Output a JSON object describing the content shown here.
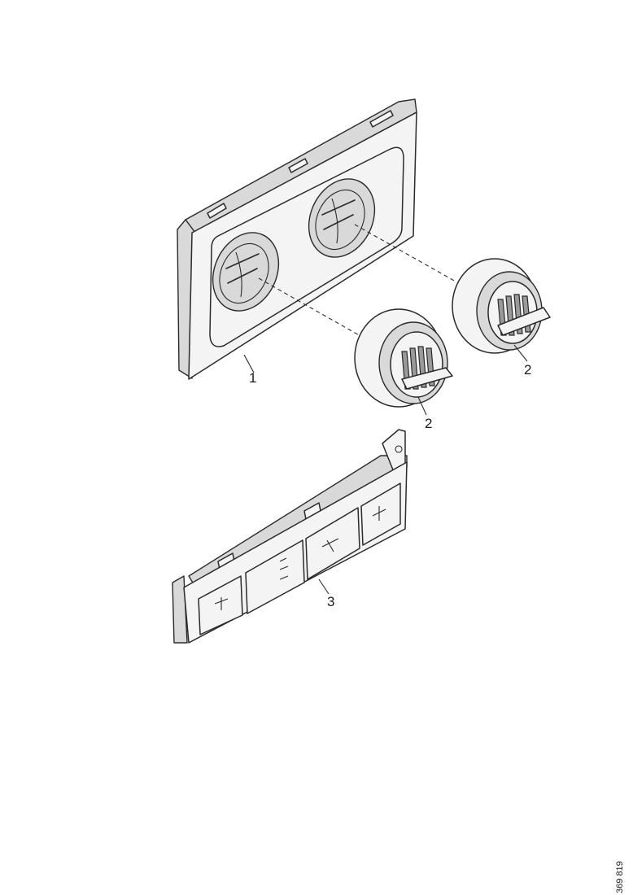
{
  "callouts": {
    "bezel": "1",
    "vent_left": "2",
    "vent_right": "2",
    "control_panel": "3"
  },
  "reference_code": "369 819"
}
